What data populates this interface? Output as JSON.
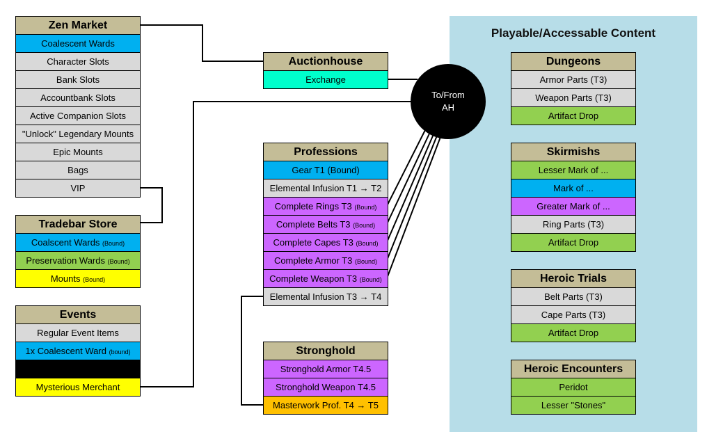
{
  "colors": {
    "header": "#c4bd97",
    "gray": "#d9d9d9",
    "blue": "#00b0f0",
    "green": "#92d050",
    "purple": "#cc66ff",
    "yellow": "#ffff00",
    "teal": "#00ffcc",
    "orange": "#ffc000",
    "black": "#000000",
    "panel": "#b7dde8"
  },
  "content_panel": {
    "title": "Playable/Accessable Content"
  },
  "hub": {
    "line1": "To/From",
    "line2": "AH"
  },
  "groups": [
    {
      "id": "zen",
      "title": "Zen Market",
      "rows": [
        {
          "text": "Coalescent Wards",
          "color": "blue"
        },
        {
          "text": "Character Slots",
          "color": "gray"
        },
        {
          "text": "Bank Slots",
          "color": "gray"
        },
        {
          "text": "Accountbank Slots",
          "color": "gray"
        },
        {
          "text": "Active Companion Slots",
          "color": "gray"
        },
        {
          "text": "\"Unlock\" Legendary Mounts",
          "color": "gray"
        },
        {
          "text": "Epic Mounts",
          "color": "gray"
        },
        {
          "text": "Bags",
          "color": "gray"
        },
        {
          "text": "VIP",
          "color": "gray"
        }
      ]
    },
    {
      "id": "tradebar",
      "title": "Tradebar Store",
      "rows": [
        {
          "text": "Coalscent Wards",
          "sub": "(Bound)",
          "color": "blue"
        },
        {
          "text": "Preservation Wards",
          "sub": "(Bound)",
          "color": "green"
        },
        {
          "text": "Mounts",
          "sub": "(Bound)",
          "color": "yellow"
        }
      ]
    },
    {
      "id": "events",
      "title": "Events",
      "rows": [
        {
          "text": "Regular Event Items",
          "color": "gray"
        },
        {
          "text": "1x Coalescent Ward",
          "sub": "(bound)",
          "color": "blue"
        },
        {
          "text": "",
          "color": "black"
        },
        {
          "text": "Mysterious Merchant",
          "color": "yellow"
        }
      ]
    },
    {
      "id": "auction",
      "title": "Auctionhouse",
      "rows": [
        {
          "text": "Exchange",
          "color": "teal"
        }
      ]
    },
    {
      "id": "professions",
      "title": "Professions",
      "rows": [
        {
          "text": "Gear T1 (Bound)",
          "color": "blue"
        },
        {
          "text": "Elemental Infusion T1 → T2",
          "color": "gray"
        },
        {
          "text": "Complete Rings T3",
          "sub": "(Bound)",
          "color": "purple"
        },
        {
          "text": "Complete Belts T3",
          "sub": "(Bound)",
          "color": "purple"
        },
        {
          "text": "Complete Capes T3",
          "sub": "(Bound)",
          "color": "purple"
        },
        {
          "text": "Complete Armor T3",
          "sub": "(Bound)",
          "color": "purple"
        },
        {
          "text": "Complete Weapon T3",
          "sub": "(Bound)",
          "color": "purple"
        },
        {
          "text": "Elemental Infusion T3 → T4",
          "color": "gray"
        }
      ]
    },
    {
      "id": "stronghold",
      "title": "Stronghold",
      "rows": [
        {
          "text": "Stronghold Armor T4.5",
          "color": "purple"
        },
        {
          "text": "Stronghold Weapon T4.5",
          "color": "purple"
        },
        {
          "text": "Masterwork Prof. T4 → T5",
          "color": "orange"
        }
      ]
    },
    {
      "id": "dungeons",
      "title": "Dungeons",
      "rows": [
        {
          "text": "Armor Parts (T3)",
          "color": "gray"
        },
        {
          "text": "Weapon Parts (T3)",
          "color": "gray"
        },
        {
          "text": "Artifact Drop",
          "color": "green"
        }
      ]
    },
    {
      "id": "skirmishs",
      "title": "Skirmishs",
      "rows": [
        {
          "text": "Lesser Mark of ...",
          "color": "green"
        },
        {
          "text": "Mark of ...",
          "color": "blue"
        },
        {
          "text": "Greater Mark of ...",
          "color": "purple"
        },
        {
          "text": "Ring Parts (T3)",
          "color": "gray"
        },
        {
          "text": "Artifact Drop",
          "color": "green"
        }
      ]
    },
    {
      "id": "trials",
      "title": "Heroic Trials",
      "rows": [
        {
          "text": "Belt Parts (T3)",
          "color": "gray"
        },
        {
          "text": "Cape Parts (T3)",
          "color": "gray"
        },
        {
          "text": "Artifact Drop",
          "color": "green"
        }
      ]
    },
    {
      "id": "encounters",
      "title": "Heroic Encounters",
      "rows": [
        {
          "text": "Peridot",
          "color": "green"
        },
        {
          "text": "Lesser \"Stones\"",
          "color": "green"
        }
      ]
    }
  ]
}
